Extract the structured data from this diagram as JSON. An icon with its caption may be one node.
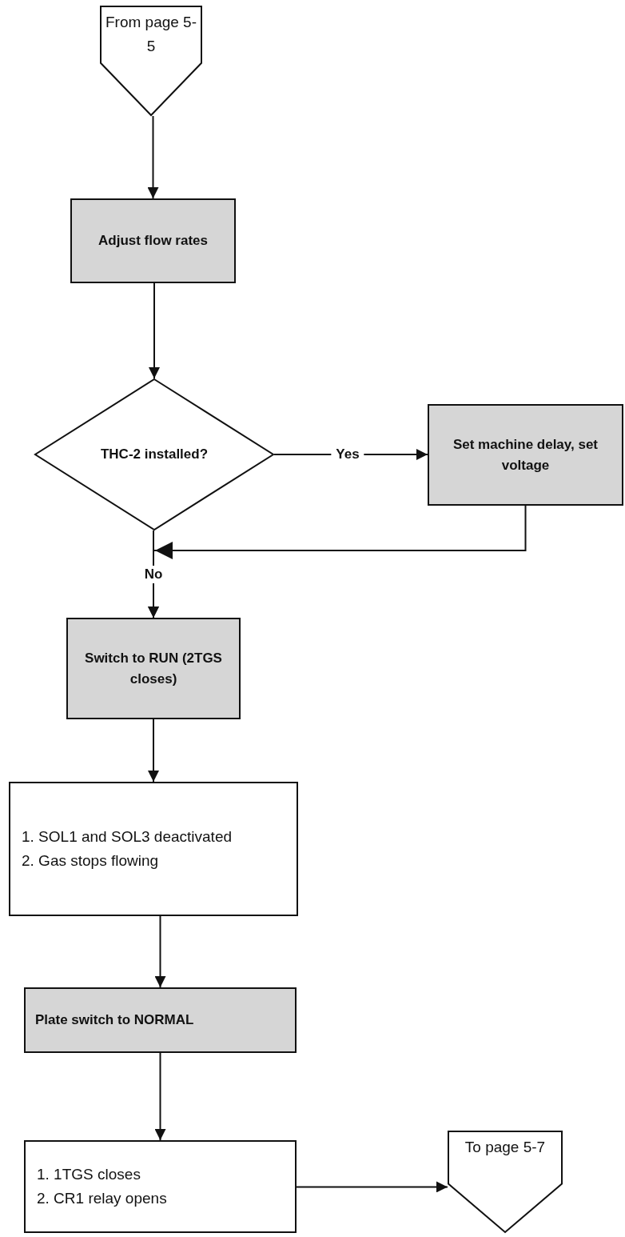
{
  "diagram": {
    "nodes": [
      {
        "text": [
          "From page 5-5"
        ]
      },
      {
        "text": [
          "Adjust flow rates"
        ]
      },
      {
        "text": [
          "THC-2 installed?"
        ]
      },
      {
        "text": [
          "Set machine delay, set voltage"
        ]
      },
      {
        "text": [
          "Switch to RUN (2TGS closes)"
        ]
      },
      {
        "text": [
          "1. SOL1 and SOL3 deactivated",
          "2. Gas stops flowing"
        ]
      },
      {
        "text": [
          "Plate switch to NORMAL"
        ]
      },
      {
        "text": [
          "1. 1TGS closes",
          "2. CR1 relay opens"
        ]
      },
      {
        "text": [
          "To page 5-7"
        ]
      }
    ],
    "edges": [
      {
        "from": 0,
        "to": 1,
        "arrow": "to"
      },
      {
        "from": 1,
        "to": 2,
        "arrow": "to"
      },
      {
        "from": 2,
        "to": 3,
        "arrow": "to",
        "label": "Yes"
      },
      {
        "from": 2,
        "to": 4,
        "arrow": "to",
        "label": "No"
      },
      {
        "from": 3,
        "to": 4,
        "arrow": "to"
      },
      {
        "from": 4,
        "to": 5,
        "arrow": "to"
      },
      {
        "from": 5,
        "to": 6,
        "arrow": "to"
      },
      {
        "from": 6,
        "to": 7,
        "arrow": "to"
      },
      {
        "from": 7,
        "to": 8,
        "arrow": "to"
      }
    ]
  }
}
